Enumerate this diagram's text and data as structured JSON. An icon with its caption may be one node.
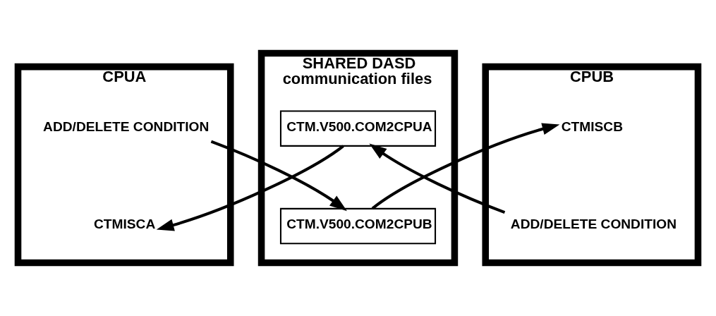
{
  "diagram": {
    "nodes": [
      {
        "text": [
          "CPUA"
        ]
      },
      {
        "text": [
          "ADD/DELETE CONDITION"
        ],
        "in": 0
      },
      {
        "text": [
          "CTMISCA"
        ],
        "in": 0
      },
      {
        "text": [
          "SHARED DASD",
          "communication files"
        ]
      },
      {
        "text": [
          "CTM.V500.COM2CPUB"
        ],
        "in": 3
      },
      {
        "text": [
          "CTM.V500.COM2CPUA"
        ],
        "in": 3
      },
      {
        "text": [
          "CPUB"
        ]
      },
      {
        "text": [
          "CTMISCB"
        ],
        "in": 6
      },
      {
        "text": [
          "ADD/DELETE CONDITION"
        ],
        "in": 6
      }
    ],
    "edges": [
      {
        "from": 1,
        "to": 4,
        "arrow": "to"
      },
      {
        "from": 4,
        "to": 7,
        "arrow": "to"
      },
      {
        "from": 8,
        "to": 5,
        "arrow": "to"
      },
      {
        "from": 5,
        "to": 2,
        "arrow": "to"
      }
    ]
  }
}
